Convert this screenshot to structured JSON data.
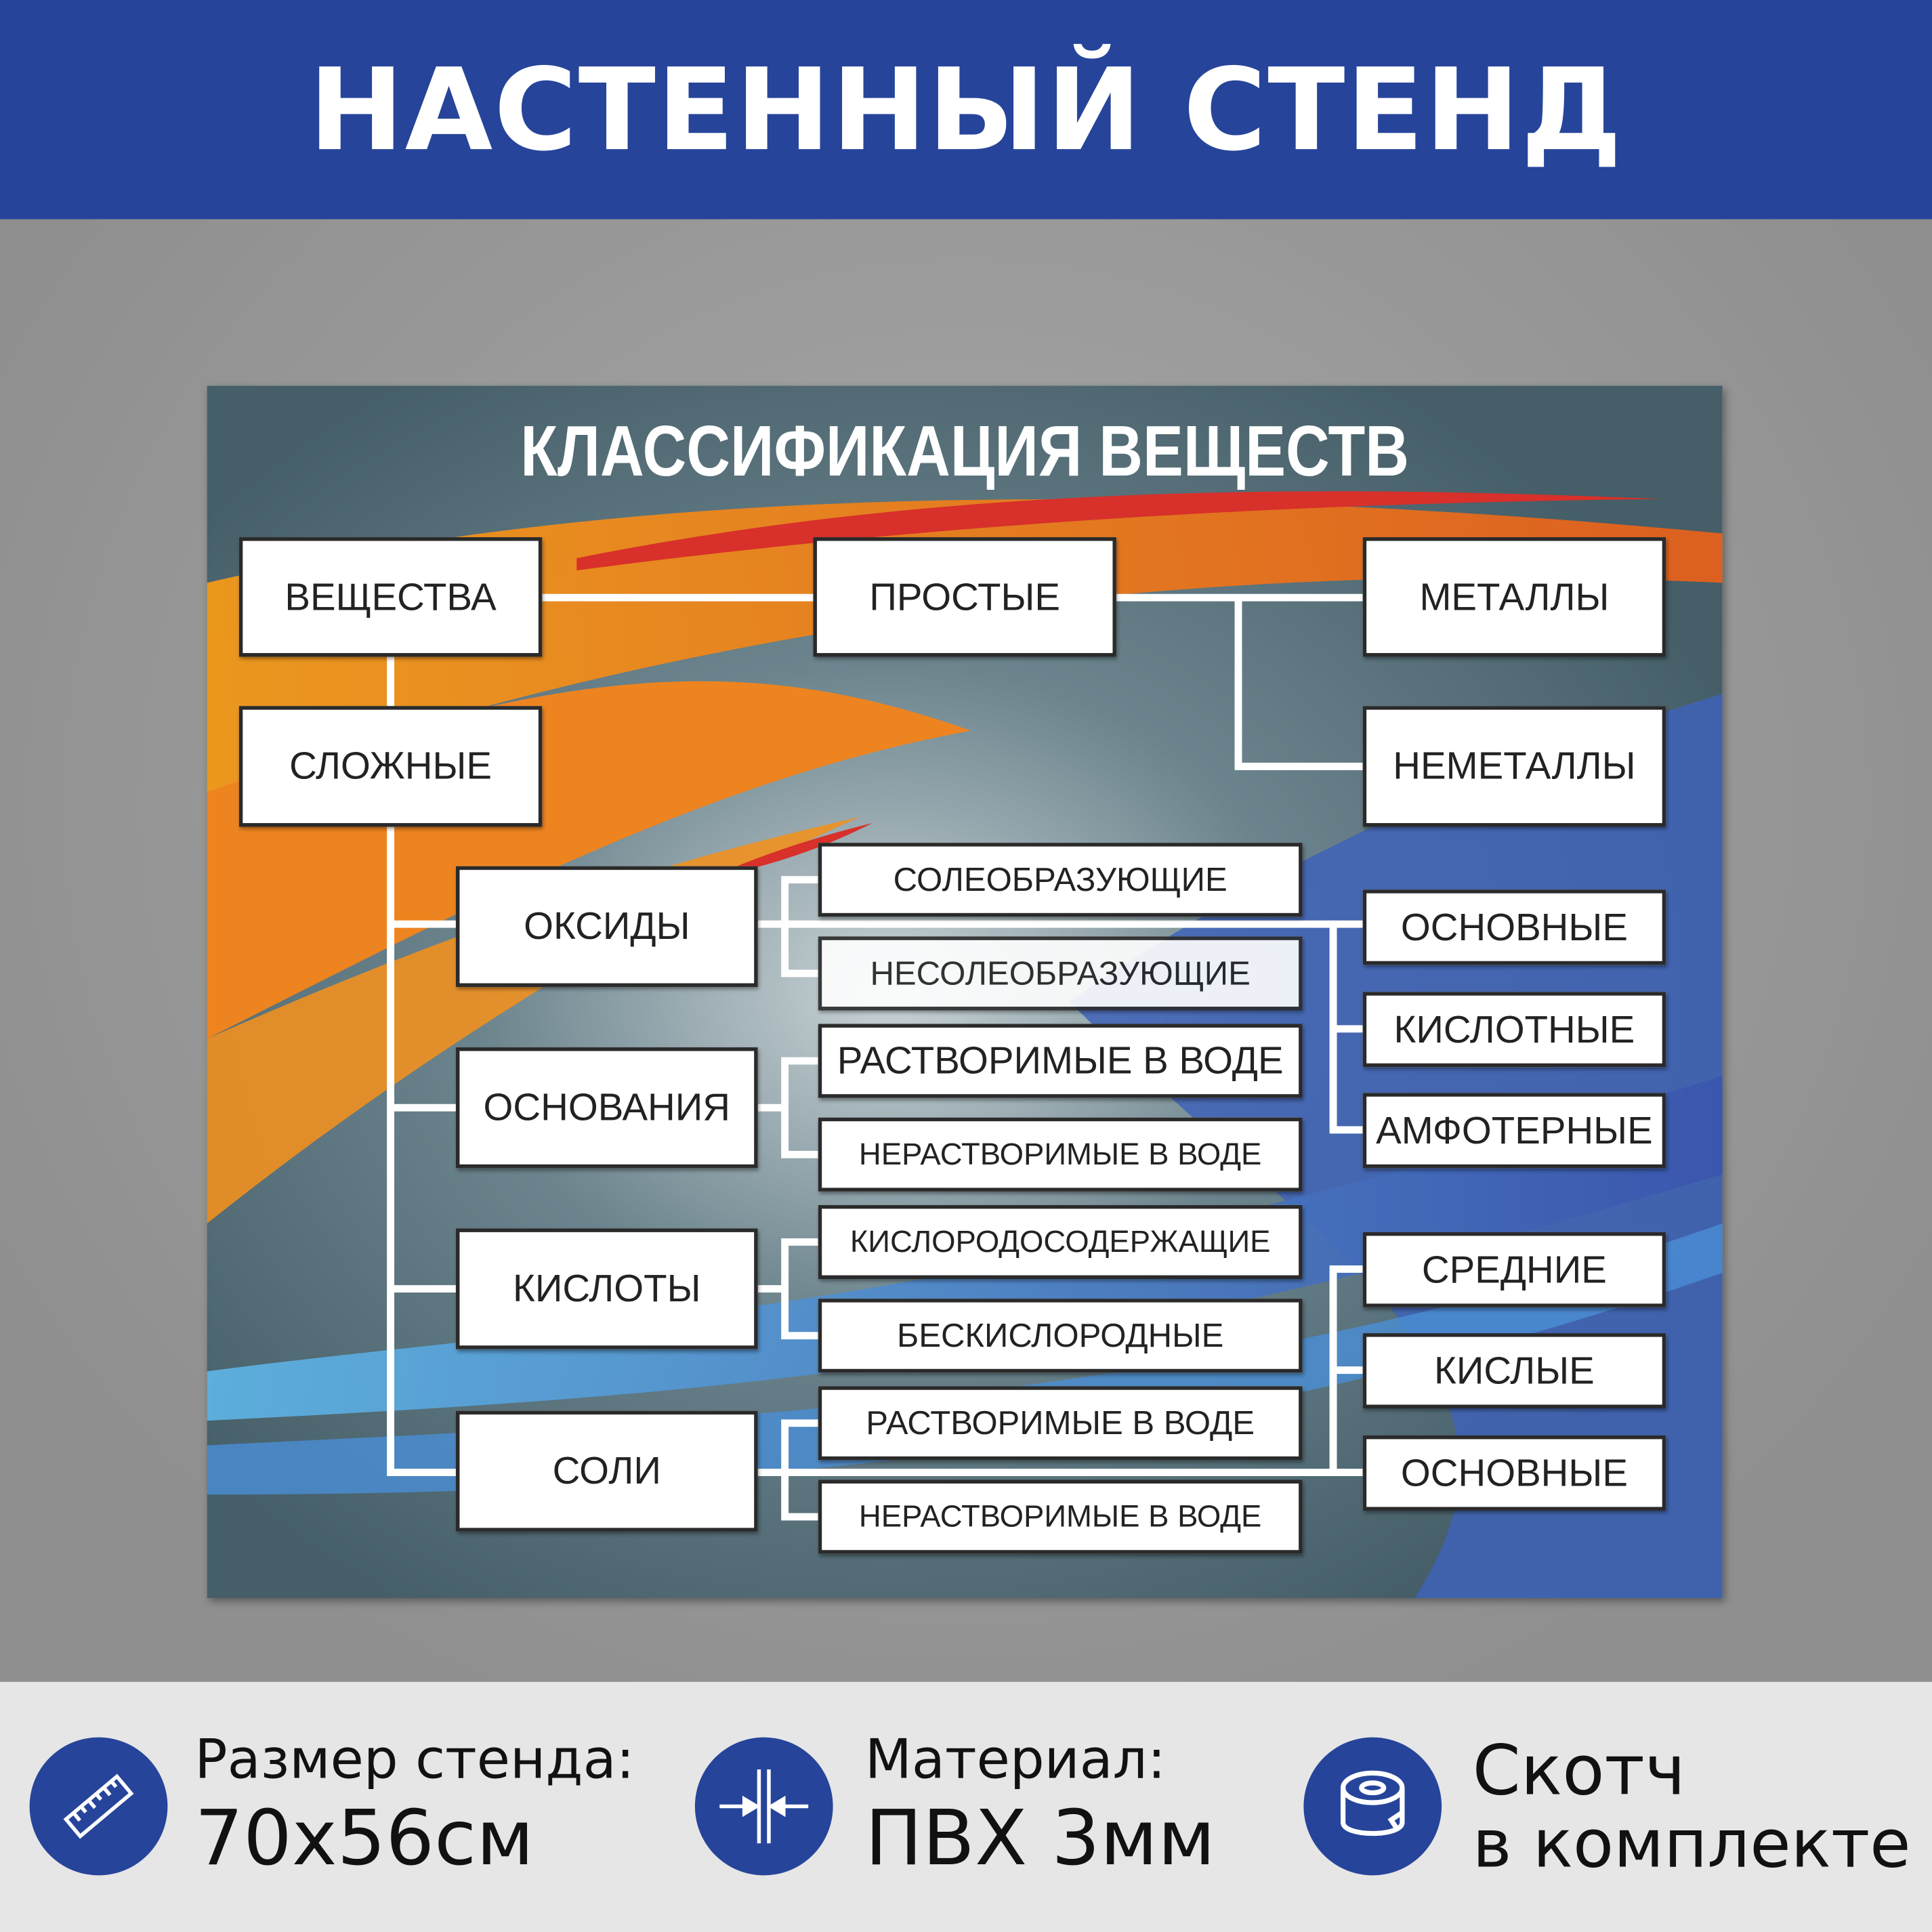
{
  "header": {
    "title": "НАСТЕННЫЙ СТЕНД"
  },
  "board": {
    "title": "КЛАССИФИКАЦИЯ ВЕЩЕСТВ",
    "boxes": {
      "substances": "ВЕЩЕСТВА",
      "simple": "ПРОСТЫЕ",
      "metals": "МЕТАЛЛЫ",
      "complex": "СЛОЖНЫЕ",
      "nonmetals": "НЕМЕТАЛЛЫ",
      "oxides": "ОКСИДЫ",
      "bases": "ОСНОВАНИЯ",
      "acids": "КИСЛОТЫ",
      "salts": "СОЛИ",
      "salt_forming": "СОЛЕОБРАЗУЮЩИЕ",
      "non_salt_forming": "НЕСОЛЕОБРАЗУЮЩИЕ",
      "bases_soluble": "РАСТВОРИМЫЕ В ВОДЕ",
      "bases_insoluble": "НЕРАСТВОРИМЫЕ В ВОДЕ",
      "oxygen_containing": "КИСЛОРОДОСОДЕРЖАЩИЕ",
      "oxygen_free": "БЕСКИСЛОРОДНЫЕ",
      "salts_soluble": "РАСТВОРИМЫЕ В ВОДЕ",
      "salts_insoluble": "НЕРАСТВОРИМЫЕ В ВОДЕ",
      "oxide_basic": "ОСНОВНЫЕ",
      "oxide_acidic": "КИСЛОТНЫЕ",
      "oxide_amphoteric": "АМФОТЕРНЫЕ",
      "salt_normal": "СРЕДНИЕ",
      "salt_acidic": "КИСЛЫЕ",
      "salt_basic": "ОСНОВНЫЕ"
    }
  },
  "features": [
    {
      "icon": "ruler-icon",
      "label": "Размер стенда:",
      "value": "70x56см"
    },
    {
      "icon": "thickness-icon",
      "label": "Материал:",
      "value": "ПВХ 3мм"
    },
    {
      "icon": "tape-icon",
      "label": "Скотч",
      "value": "в комплекте"
    }
  ],
  "colors": {
    "brand": "#26449a",
    "board": "#4f6872",
    "orange": "#ec7a1c",
    "blue": "#3f63b8"
  }
}
